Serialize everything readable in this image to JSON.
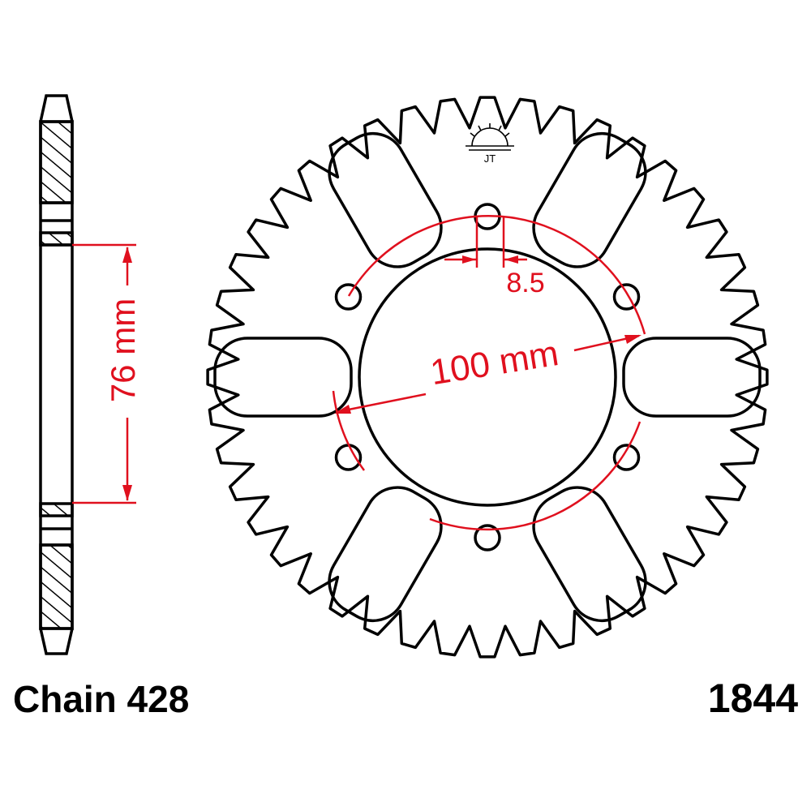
{
  "diagram": {
    "chain_label": "Chain 428",
    "part_number": "1844",
    "dimensions": {
      "hub_height": "76 mm",
      "pitch_circle_diameter": "100 mm",
      "bolt_hole": "8.5"
    },
    "sprocket": {
      "teeth": 44,
      "bolt_holes": 6,
      "lightening_slots": 6
    },
    "colors": {
      "outline": "#000000",
      "dimension": "#e0101e",
      "hatch": "#000000"
    },
    "icons": {
      "logo": "rising-sun-logo-icon"
    }
  }
}
